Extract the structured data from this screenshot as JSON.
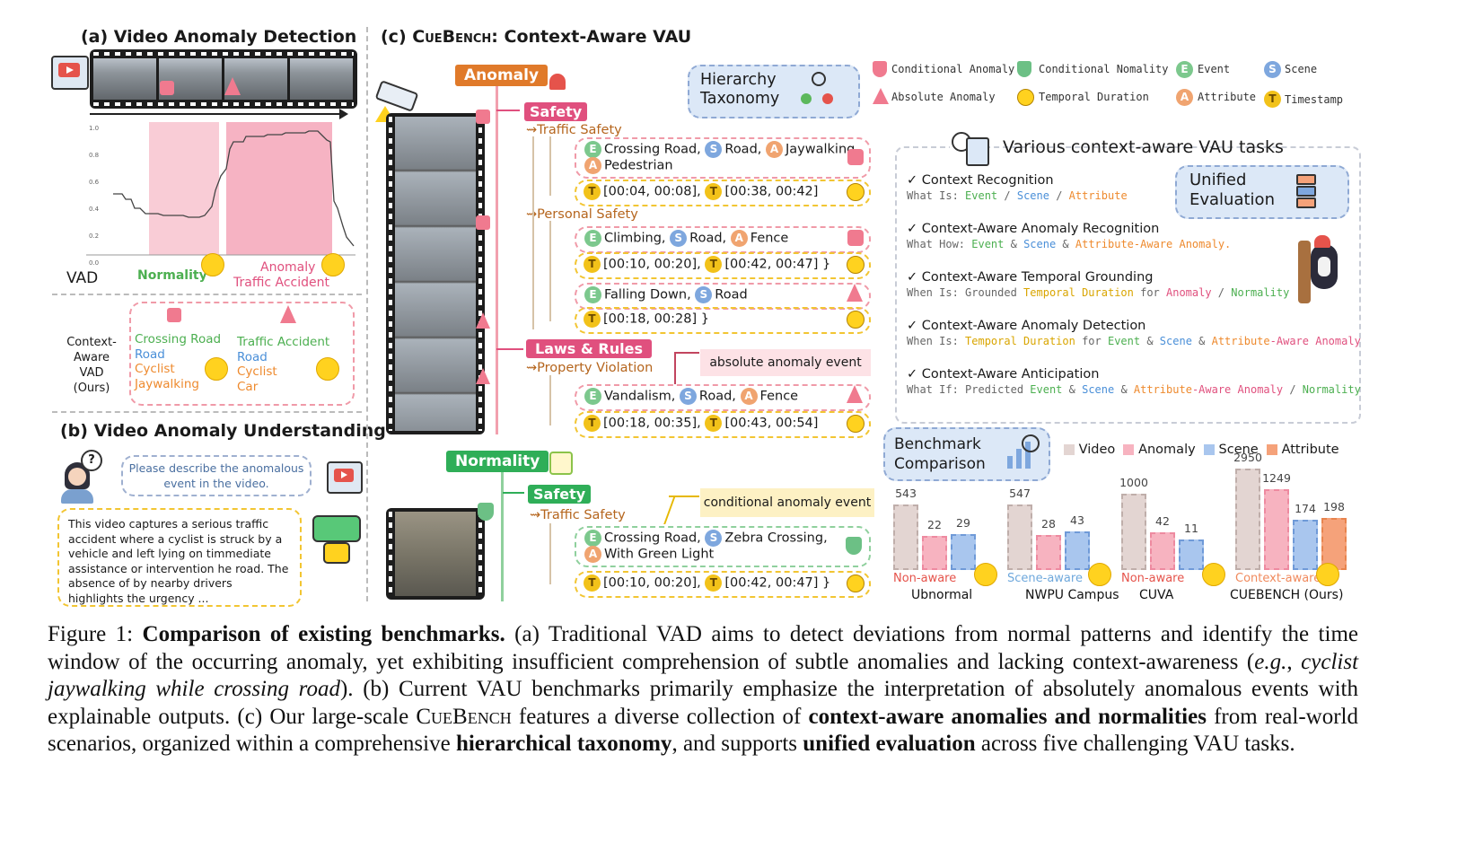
{
  "panel_a": {
    "title": "(a) Video Anomaly Detection",
    "vad_label": "VAD",
    "normality": "Normality",
    "anomaly": "Anomaly",
    "traffic_accident": "Traffic Accident",
    "y_ticks": [
      "1.0",
      "0.8",
      "0.6",
      "0.4",
      "0.2",
      "0.0"
    ],
    "context_label_1": "Context-",
    "context_label_2": "Aware VAD",
    "context_label_3": "(Ours)",
    "left_items": [
      "Crossing Road",
      "Road",
      "Cyclist",
      "Jaywalking"
    ],
    "right_items": [
      "Traffic Accident",
      "Road",
      "Cyclist",
      "Car"
    ]
  },
  "panel_b": {
    "title": "(b) Video Anomaly Understanding",
    "question": "Please describe the anomalous event in the video.",
    "answer": "This video captures a serious traffic accident where a cyclist is struck by a vehicle and left lying on timmediate assistance or intervention he road. The absence of by nearby drivers highlights the urgency ..."
  },
  "panel_c": {
    "title_prefix": "(c) ",
    "title_sc": "CueBench",
    "title_suffix": ": Context-Aware VAU",
    "anomaly_tag": "Anomaly",
    "normality_tag": "Normality",
    "safety": "Safety",
    "laws_rules": "Laws & Rules",
    "safety2": "Safety",
    "traffic_safety": "Traffic Safety",
    "personal_safety": "Personal Safety",
    "property_violation": "Property Violation",
    "traffic_safety2": "Traffic Safety",
    "hierarchy_1": "Hierarchy",
    "hierarchy_2": "Taxonomy",
    "box1_line1": "Crossing Road,",
    "box1_road": "Road,",
    "box1_jay": "Jaywalking",
    "box1_ped": "Pedestrian",
    "time1": "[00:04, 00:08],",
    "time1b": "[00:38, 00:42]",
    "box2_climb": "Climbing,",
    "box2_road": "Road,",
    "box2_fence": "Fence",
    "time2": "[00:10, 00:20],",
    "time2b": "[00:42, 00:47] }",
    "box3_fall": "Falling Down,",
    "box3_road": "Road",
    "time3": "[00:18, 00:28] }",
    "abs_event": "absolute anomaly event",
    "box4_vand": "Vandalism,",
    "box4_road": "Road,",
    "box4_fence": "Fence",
    "time4": "[00:18, 00:35],",
    "time4b": "[00:43, 00:54]",
    "cond_event": "conditional anomaly event",
    "box5_cross": "Crossing Road,",
    "box5_zebra": "Zebra Crossing,",
    "box5_green": "With Green Light",
    "time5": "[00:10, 00:20],",
    "time5b": "[00:42, 00:47] }"
  },
  "legend": {
    "cond_anomaly": "Conditional Anomaly",
    "cond_normality": "Conditional Nomality",
    "event": "Event",
    "scene": "Scene",
    "abs_anomaly": "Absolute Anomaly",
    "temporal": "Temporal Duration",
    "attribute": "Attribute",
    "timestamp": "Timestamp"
  },
  "tasks": {
    "title": "Various context-aware VAU tasks",
    "unified_1": "Unified",
    "unified_2": "Evaluation",
    "t1": "✓  Context Recognition",
    "t1_sub_a": "What Is: ",
    "t1_sub_b": "Event",
    "t1_sub_c": " / ",
    "t1_sub_d": "Scene",
    "t1_sub_e": " / ",
    "t1_sub_f": "Attribute",
    "t2": "✓  Context-Aware Anomaly Recognition",
    "t2_sub_a": "What How: ",
    "t2_sub_b": "Event",
    "t2_sub_c": " & ",
    "t2_sub_d": "Scene",
    "t2_sub_e": " & ",
    "t2_sub_f": "Attribute-Aware Anomaly.",
    "t3": "✓  Context-Aware Temporal Grounding",
    "t3_sub_a": "When Is: Grounded ",
    "t3_sub_b": "Temporal Duration",
    "t3_sub_c": " for ",
    "t3_sub_d": "Anomaly",
    "t3_sub_e": " / ",
    "t3_sub_f": "Normality",
    "t4": "✓ Context-Aware Anomaly Detection",
    "t4_sub_a": "When Is: ",
    "t4_sub_b": "Temporal Duration",
    "t4_sub_c": " for ",
    "t4_sub_d": "Event",
    "t4_sub_e": " & ",
    "t4_sub_f": "Scene",
    "t4_sub_g": " & ",
    "t4_sub_h": "Attribute",
    "t4_sub_i": "-Aware ",
    "t4_sub_j": "Anomaly",
    "t5": "✓ Context-Aware Anticipation",
    "t5_sub_a": "What If: Predicted ",
    "t5_sub_b": "Event",
    "t5_sub_c": " & ",
    "t5_sub_d": "Scene",
    "t5_sub_e": " & ",
    "t5_sub_f": "Attribute",
    "t5_sub_g": "-Aware ",
    "t5_sub_h": "Anomaly",
    "t5_sub_i": " / ",
    "t5_sub_j": "Normality"
  },
  "bench": {
    "title_1": "Benchmark",
    "title_2": "Comparison",
    "legend": [
      "Video",
      "Anomaly",
      "Scene",
      "Attribute"
    ],
    "legend_colors": [
      "#e3d5d2",
      "#f7b3c0",
      "#a9c6ee",
      "#f5a27a"
    ]
  },
  "chart_data": {
    "type": "bar",
    "categories": [
      "Ubnormal",
      "NWPU Campus",
      "CUVA",
      "CUEBENCH (Ours)"
    ],
    "awareness": [
      "Non-aware",
      "Scene-aware",
      "Non-aware",
      "Context-aware"
    ],
    "series": [
      {
        "name": "Video",
        "values": [
          543,
          547,
          1000,
          2950
        ]
      },
      {
        "name": "Anomaly",
        "values": [
          22,
          28,
          42,
          1249
        ]
      },
      {
        "name": "Scene",
        "values": [
          29,
          43,
          11,
          174
        ]
      },
      {
        "name": "Attribute",
        "values": [
          null,
          null,
          null,
          198
        ]
      }
    ]
  },
  "caption": {
    "fig": "Figure 1: ",
    "bold1": "Comparison of existing benchmarks.",
    "p1": " (a) Traditional VAD aims to detect deviations from normal patterns and identify the time window of the occurring anomaly, yet exhibiting insufficient comprehension of subtle anomalies and lacking context-awareness (",
    "it1": "e.g.",
    "p2": ", ",
    "it2": "cyclist jaywalking while crossing road",
    "p3": "). (b) Current VAU benchmarks primarily emphasize the interpretation of absolutely anomalous events with explainable outputs. (c) Our large-scale ",
    "sc": "CueBench",
    "p4": " features a diverse collection of ",
    "bold2": "context-aware anomalies and normalities",
    "p5": " from real-world scenarios, organized within a comprehensive ",
    "bold3": "hierarchical taxonomy",
    "p6": ", and supports ",
    "bold4": "unified evaluation",
    "p7": " across five challenging VAU tasks."
  }
}
